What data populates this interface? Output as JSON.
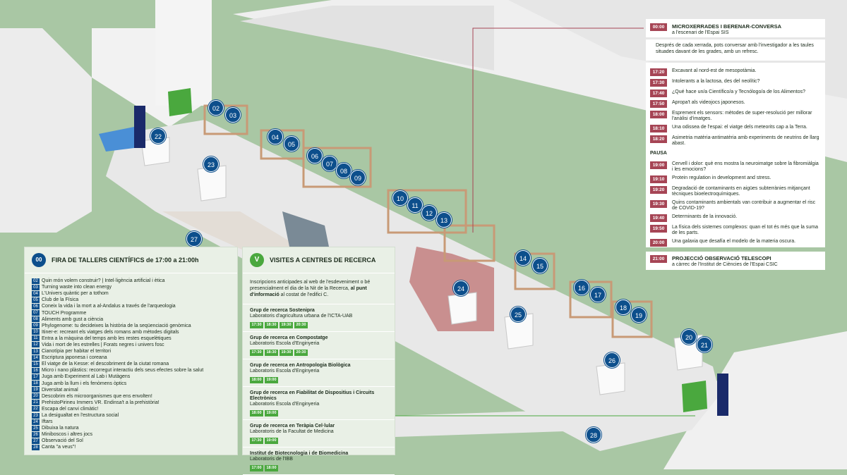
{
  "colors": {
    "bg": "#a9c7a4",
    "path": "#e8e8e8",
    "building": "#efefef",
    "pin": "#0d4f8c",
    "green": "#4aa83e",
    "time": "#a64555",
    "plaza": "#c98f8f"
  },
  "map_pins": [
    "02",
    "03",
    "04",
    "05",
    "06",
    "07",
    "08",
    "09",
    "10",
    "11",
    "12",
    "13",
    "14",
    "15",
    "16",
    "17",
    "18",
    "19",
    "20",
    "21",
    "22",
    "23",
    "24",
    "25",
    "26",
    "27",
    "28"
  ],
  "workshops": {
    "badge": "00",
    "title": "FIRA DE TALLERS CIENTÍFICS de 17:00 a 21:00h",
    "items": [
      {
        "n": "02",
        "t": "Quin món volem construir? | Intel·ligència artificial i ètica"
      },
      {
        "n": "03",
        "t": "Turning waste into clean energy"
      },
      {
        "n": "04",
        "t": "L'Univers quàntic per a tothom"
      },
      {
        "n": "05",
        "t": "Club de la Física"
      },
      {
        "n": "06",
        "t": "Coneix la vida i la mort a al-Andalus a través de l'arqueologia"
      },
      {
        "n": "07",
        "t": "TOUCH Programme"
      },
      {
        "n": "08",
        "t": "Aliments amb gust a ciència"
      },
      {
        "n": "09",
        "t": "Phylogenome: tu decideixes la història de la seqüenciació genòmica"
      },
      {
        "n": "10",
        "t": "Itiner-e: recreant els viatges dels romans amb mètodes digitals"
      },
      {
        "n": "11",
        "t": "Entra a la màquina del temps amb les restes esquelètiques"
      },
      {
        "n": "12",
        "t": "Vida i mort de les estrelles | Forats negres i univers fosc"
      },
      {
        "n": "13",
        "t": "Cianotípia per habitar el territori"
      },
      {
        "n": "14",
        "t": "Escriptura japonesa i coreana"
      },
      {
        "n": "15",
        "t": "El viatge de la Kesse: el descobriment de la ciutat romana"
      },
      {
        "n": "16",
        "t": "Micro i nano plàstics: recorregut interactiu dels seus efectes sobre la salut"
      },
      {
        "n": "17",
        "t": "Juga amb Experiment al Lab i Mutàgens"
      },
      {
        "n": "18",
        "t": "Juga amb la llum i els fenòmens òptics"
      },
      {
        "n": "19",
        "t": "Diversitat animal"
      },
      {
        "n": "20",
        "t": "Descobrim els microorganismes que ens envolten!"
      },
      {
        "n": "21",
        "t": "PrehistoPirineu Immers VR. Endinsa't a la prehistòria!"
      },
      {
        "n": "22",
        "t": "Escapa del canvi climàtic!"
      },
      {
        "n": "23",
        "t": "La desigualtat en l'estructura social"
      },
      {
        "n": "24",
        "t": "Iftars"
      },
      {
        "n": "25",
        "t": "Dibuixa la natura"
      },
      {
        "n": "26",
        "t": "Miniboscos i altres jocs"
      },
      {
        "n": "27",
        "t": "Observació del Sol"
      },
      {
        "n": "28",
        "t": "Canta \"a veus\"!"
      }
    ]
  },
  "visits": {
    "badge": "V",
    "title": "VISITES A CENTRES DE RECERCA",
    "intro_a": "Inscripcions anticipades al web de l'esdeveniment o bé presencialment el dia de la Nit de la Recerca, ",
    "intro_b": "al punt d'informació",
    "intro_c": " al costat de l'edifici C.",
    "groups": [
      {
        "name": "Grup de recerca Sostenipra",
        "sub": "Laboratoris d'agricultura urbana de l'ICTA-UAB",
        "slots": [
          "17:30",
          "18:30",
          "19:30",
          "20:30"
        ]
      },
      {
        "name": "Grup de recerca en Compostatge",
        "sub": "Laboratoris Escola d'Enginyeria",
        "slots": [
          "17:30",
          "18:30",
          "19:30",
          "20:30"
        ]
      },
      {
        "name": "Grup de recerca en Antropologia Biològica",
        "sub": "Laboratoris Escola d'Enginyeria",
        "slots": [
          "18:00",
          "19:00"
        ]
      },
      {
        "name": "Grup de recerca en Fiabilitat de Dispositius i Circuits Electrònics",
        "sub": "Laboratoris Escola d'Enginyeria",
        "slots": [
          "18:00",
          "19:00"
        ]
      },
      {
        "name": "Grup de recerca en Teràpia Cel·lular",
        "sub": "Laboratoris de la Facultat de Medicina",
        "slots": [
          "17:30",
          "19:00"
        ]
      },
      {
        "name": "Institut de Biotecnologia i de Biomedicina",
        "sub": "Laboratoris de l'IBB",
        "slots": [
          "17:00",
          "18:00"
        ]
      }
    ]
  },
  "talks": {
    "head_time": "00:00",
    "head_title": "MICROXERRADES I BERENAR-CONVERSA",
    "head_sub": "a l'escenari de l'Espai SIS",
    "desc": "Després de cada xerrada, pots conversar amb l'investigador a les taules situades davant de les grades, amb un refresc.",
    "first": [
      {
        "time": "17:20",
        "text": "Excavant al nord-est de mesopotàmia."
      },
      {
        "time": "17:30",
        "text": "Intolerants a la lactosa, des del neolític?"
      },
      {
        "time": "17:40",
        "text": "¿Qué hace un/a Científico/a y Tecnólogo/a de los Alimentos?"
      },
      {
        "time": "17:50",
        "text": "Apropa't als videojocs japonesos."
      },
      {
        "time": "18:00",
        "text": "Esprement els sensors: mètodes de super-resolució per millorar l'anàlisi d'imatges."
      },
      {
        "time": "18:10",
        "text": "Una odissea de l'espai: el viatge dels meteorits cap a la Terra."
      },
      {
        "time": "18:20",
        "text": "Asimetria matèria-antimatèria amb experiments de neutrins de llarg abast."
      }
    ],
    "pause": "PAUSA",
    "second": [
      {
        "time": "19:00",
        "text": "Cervell i dolor: què ens mostra la neuroimatge sobre la fibromiàlgia i les emocions?"
      },
      {
        "time": "19:10",
        "text": "Protein regulation in development and stress."
      },
      {
        "time": "19:20",
        "text": "Degradació de contaminants en aigües subterrànies mitjançant tècniques bioelectroquímiques."
      },
      {
        "time": "19:30",
        "text": "Quins contaminants ambientals van contribuir a augmentar el risc de COVID-19?"
      },
      {
        "time": "19:40",
        "text": "Determinants de la innovació."
      },
      {
        "time": "19:50",
        "text": "La física dels sistemes complexos: quan el tot és més que la suma de les parts."
      },
      {
        "time": "20:00",
        "text": "Una galaxia que desafía el modelo de la materia oscura."
      }
    ]
  },
  "telescope": {
    "time": "21:00",
    "title": "PROJECCIÓ OBSERVACIÓ TELESCOPI",
    "sub": "a càrrec de l'Institut de Ciències de l'Espai CSIC"
  }
}
